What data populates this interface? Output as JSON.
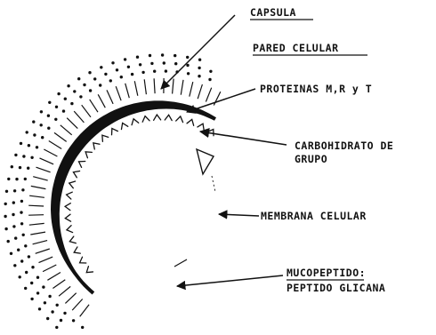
{
  "labels": {
    "capsula": "CAPSULA",
    "pared_celular": "PARED CELULAR",
    "proteinas": "PROTEINAS M,R y T",
    "carbohidrato_line1": "CARBOHIDRATO DE",
    "carbohidrato_line2": "GRUPO",
    "membrana": "MEMBRANA CELULAR",
    "mucopeptido": "MUCOPEPTIDO:",
    "peptido_glicana": "PEPTIDO GLICANA"
  },
  "colors": {
    "ink": "#111111",
    "background": "#ffffff"
  }
}
